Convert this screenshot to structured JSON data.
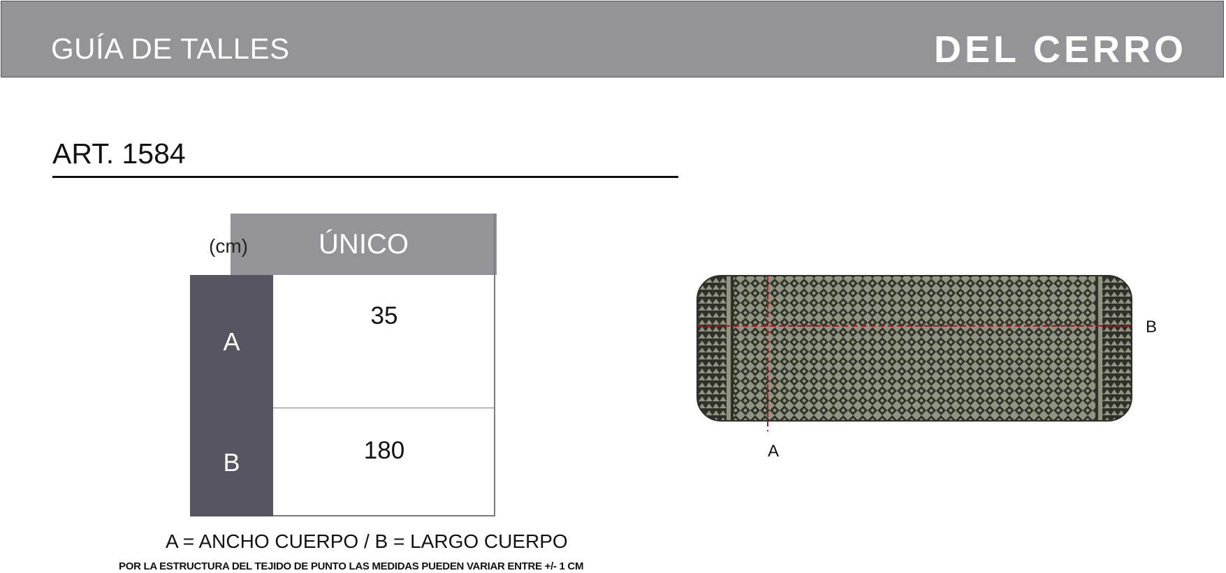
{
  "header": {
    "title": "GUÍA DE TALLES",
    "brand": "DEL CERRO"
  },
  "article": "ART. 1584",
  "table": {
    "unit": "(cm)",
    "size_header": "ÚNICO",
    "rows": [
      {
        "label": "A",
        "value": "35"
      },
      {
        "label": "B",
        "value": "180"
      }
    ]
  },
  "legend": "A = ANCHO CUERPO / B = LARGO CUERPO",
  "disclaimer": "POR LA ESTRUCTURA DEL TEJIDO DE PUNTO  LAS MEDIDAS PUEDEN VARIAR ENTRE  +/- 1 CM",
  "diagram": {
    "label_a": "A",
    "label_b": "B",
    "icon": "scarf-illustration",
    "colors": {
      "fabric_dark": "#2f3128",
      "fabric_light": "#8f9580",
      "measure_line": "#b0131a"
    }
  }
}
